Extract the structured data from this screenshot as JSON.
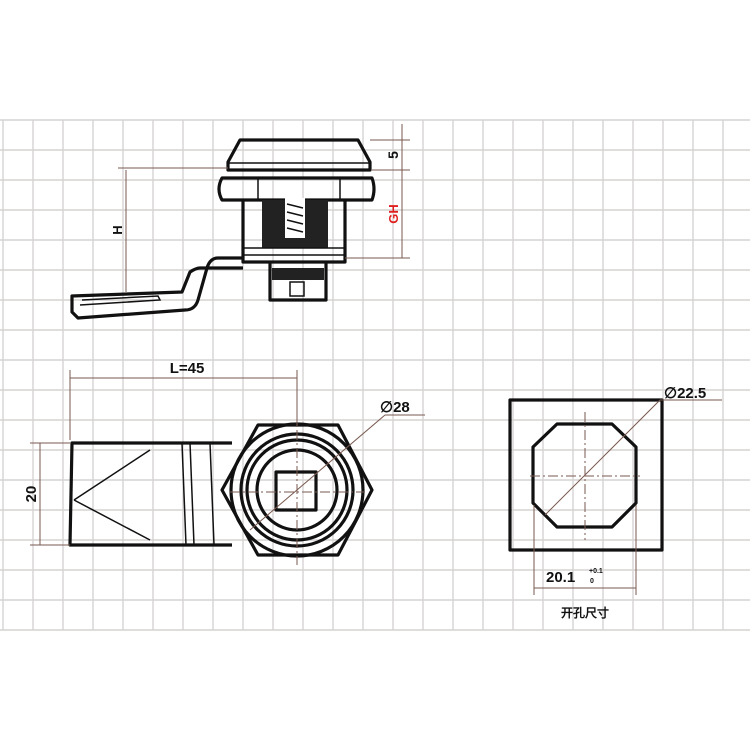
{
  "drawing": {
    "side_view": {
      "dim_top": "5",
      "dim_gh": "GH",
      "dim_h": "H"
    },
    "front_view": {
      "dim_length": "L=45",
      "dim_diameter": "∅28",
      "dim_width": "20"
    },
    "cutout_view": {
      "dim_diameter": "∅22.5",
      "dim_width": "20.1",
      "tol_upper": "+0.1",
      "tol_lower": "0",
      "caption": "开孔尺寸"
    },
    "colors": {
      "line": "#111111",
      "grid": "#d6d2d2",
      "dimension": "#7a5a50",
      "highlight": "#e02020"
    }
  }
}
